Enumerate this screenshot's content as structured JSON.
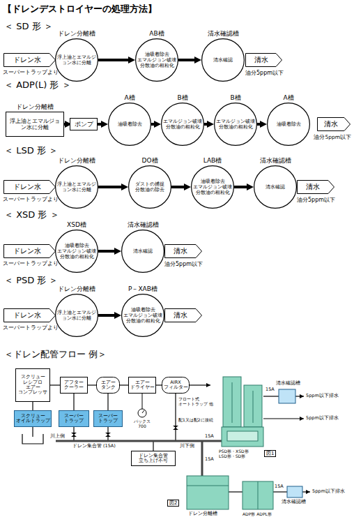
{
  "diagram": {
    "title": "【ドレンデストロイヤーの処理方法】",
    "nodes": [
      {
        "text": [
          "ドレン水"
        ]
      },
      {
        "text": [
          "ドレン分離槽",
          "浮上油とエマルジョン水に分離"
        ]
      },
      {
        "text": [
          "AB槽",
          "油吸着除去 エマルジョン破壊 分散油の粗粒化"
        ]
      },
      {
        "text": [
          "清水確認槽",
          "清水確認"
        ]
      },
      {
        "text": [
          "清水"
        ]
      },
      {
        "text": [
          "ドレン分離槽",
          "浮上油とエマルジョン水に分離"
        ]
      },
      {
        "text": [
          "ポンプ"
        ]
      },
      {
        "text": [
          "A槽",
          "油吸着除去"
        ]
      },
      {
        "text": [
          "B槽",
          "エマルジョン破壊 分散油の粗粒化"
        ]
      },
      {
        "text": [
          "B槽",
          "エマルジョン破壊 分散油の粗粒化"
        ]
      },
      {
        "text": [
          "A槽",
          "油吸着除去"
        ]
      },
      {
        "text": [
          "清水"
        ]
      },
      {
        "text": [
          "ドレン水"
        ]
      },
      {
        "text": [
          "ドレン分離槽",
          "浮上油とエマルジョン水に分離"
        ]
      },
      {
        "text": [
          "DO槽",
          "ダストの捕捉 分散油の除去"
        ]
      },
      {
        "text": [
          "LAB槽",
          "油吸着除去 エマルジョン破壊 分散油の粗粒化"
        ]
      },
      {
        "text": [
          "清水確認槽",
          "清水確認"
        ]
      },
      {
        "text": [
          "清水"
        ]
      },
      {
        "text": [
          "ドレン水"
        ]
      },
      {
        "text": [
          "XSD槽",
          "油吸着除去 エマルジョン破壊 分散油の粗粒化"
        ]
      },
      {
        "text": [
          "清水確認槽",
          "清水確認"
        ]
      },
      {
        "text": [
          "清水"
        ]
      },
      {
        "text": [
          "ドレン水"
        ]
      },
      {
        "text": [
          "ドレン分離槽",
          "浮上油とエマルジョン水に分離"
        ]
      },
      {
        "text": [
          "P－XAB槽",
          "油吸着除去 エマルジョン破壊 分散油の粗粒化"
        ]
      },
      {
        "text": [
          "清水"
        ]
      },
      {
        "text": [
          "スクリュー レシプロ エアー コンプレッサ"
        ]
      },
      {
        "text": [
          "スクリュー オイルトラップ"
        ]
      },
      {
        "text": [
          "アフター クーラー"
        ]
      },
      {
        "text": [
          "スーパー トラップ"
        ]
      },
      {
        "text": [
          "エアー タンク"
        ]
      },
      {
        "text": [
          "スーパー トラップ"
        ]
      },
      {
        "text": [
          "エアー ドライヤー"
        ]
      },
      {
        "text": [
          "AIRX フィルター"
        ]
      },
      {
        "text": [
          "ドレン集合管 立ち上げ不可"
        ]
      }
    ],
    "edges": [
      {
        "from": 1,
        "to": 2,
        "arrow": "to"
      },
      {
        "from": 2,
        "to": 3,
        "arrow": "to"
      },
      {
        "from": 5,
        "to": 6,
        "arrow": "to"
      },
      {
        "from": 6,
        "to": 7,
        "arrow": "to"
      },
      {
        "from": 7,
        "to": 8,
        "arrow": "to"
      },
      {
        "from": 8,
        "to": 9,
        "arrow": "to"
      },
      {
        "from": 9,
        "to": 10,
        "arrow": "to"
      },
      {
        "from": 13,
        "to": 14,
        "arrow": "to"
      },
      {
        "from": 14,
        "to": 15,
        "arrow": "to"
      },
      {
        "from": 15,
        "to": 16,
        "arrow": "to"
      },
      {
        "from": 19,
        "to": 20,
        "arrow": "to"
      },
      {
        "from": 23,
        "to": 24,
        "arrow": "to"
      },
      {
        "from": 26,
        "to": 28,
        "arrow": "none"
      },
      {
        "from": 28,
        "to": 30,
        "arrow": "none"
      },
      {
        "from": 30,
        "to": 32,
        "arrow": "none"
      },
      {
        "from": 32,
        "to": 33,
        "arrow": "none"
      },
      {
        "from": 26,
        "to": 27,
        "arrow": "none"
      },
      {
        "from": 28,
        "to": 29,
        "arrow": "none"
      },
      {
        "from": 30,
        "to": 31,
        "arrow": "none"
      }
    ],
    "labels": [
      "＜ SD 形 ＞",
      "スーパートラップより",
      "油分5ppm以下",
      "＜ ADP(L) 形 ＞",
      "油分5ppm以下",
      "＜ LSD 形 ＞",
      "スーパートラップより",
      "油分5ppm以下",
      "＜ XSD 形 ＞",
      "スーパートラップより",
      "油分5ppm以下",
      "＜ PSD 形 ＞",
      "スーパートラップより",
      "＜ドレン配管フロー 例＞",
      "パックス 700",
      "フロート式 オートトラップ 他",
      "川上側",
      "ドレン集合管 (15A)",
      "配1又は配2に接続",
      "15A",
      "PSD形・XSD形 LSD形・SD形",
      "図1",
      "15A",
      "清水確認槽",
      "5ppm以下排水",
      "5ppm以下排水",
      "15A",
      "ドレン分離槽",
      "図2",
      "ADP形 ADPL形",
      "15A",
      "清水確認槽",
      "5ppm以下排水",
      "川下側"
    ]
  }
}
